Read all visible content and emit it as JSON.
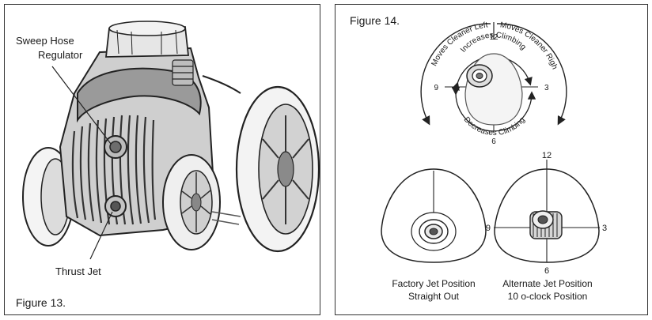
{
  "figure13": {
    "caption": "Figure 13.",
    "label_sweep_line1": "Sweep Hose",
    "label_sweep_line2": "Regulator",
    "label_thrust": "Thrust Jet"
  },
  "figure14": {
    "caption": "Figure 14.",
    "dial": {
      "n12": "12",
      "n3": "3",
      "n6": "6",
      "n9": "9",
      "moves_left": "Moves Cleaner Left",
      "moves_right": "Moves Cleaner Right",
      "increases": "Increases Climbing",
      "decreases": "Decreases Climbing"
    },
    "factory_line1": "Factory Jet Position",
    "factory_line2": "Straight Out",
    "alternate_line1": "Alternate Jet Position",
    "alternate_line2": "10 o-clock Position",
    "alt_n12": "12",
    "alt_n3": "3",
    "alt_n6": "6",
    "alt_n9": "9"
  }
}
